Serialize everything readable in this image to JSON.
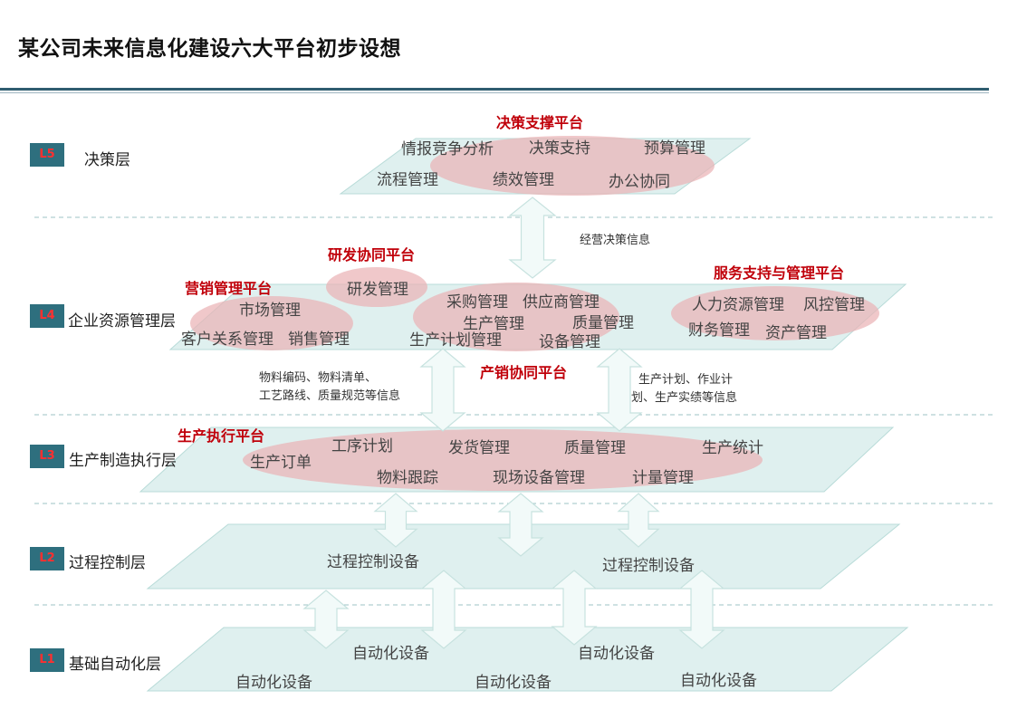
{
  "title": "某公司未来信息化建设六大平台初步设想",
  "layers": [
    {
      "code": "L5",
      "name": "决策层"
    },
    {
      "code": "L4",
      "name": "企业资源管理层"
    },
    {
      "code": "L3",
      "name": "生产制造执行层"
    },
    {
      "code": "L2",
      "name": "过程控制层"
    },
    {
      "code": "L1",
      "name": "基础自动化层"
    }
  ],
  "platforms": {
    "decision": "决策支撑平台",
    "rnd": "研发协同平台",
    "marketing": "营销管理平台",
    "service": "服务支持与管理平台",
    "prodsales": "产销协同平台",
    "execution": "生产执行平台"
  },
  "modules": {
    "intel": "情报竞争分析",
    "decision_support": "决策支持",
    "budget": "预算管理",
    "process": "流程管理",
    "performance": "绩效管理",
    "office": "办公协同",
    "rnd_mgmt": "研发管理",
    "market": "市场管理",
    "customer": "客户关系管理",
    "sales": "销售管理",
    "purchase": "采购管理",
    "supplier": "供应商管理",
    "production": "生产管理",
    "quality": "质量管理",
    "plan": "生产计划管理",
    "equipment": "设备管理",
    "hr": "人力资源管理",
    "risk": "风控管理",
    "finance": "财务管理",
    "asset": "资产管理",
    "order": "生产订单",
    "op_plan": "工序计划",
    "delivery": "发货管理",
    "quality3": "质量管理",
    "stats": "生产统计",
    "tracking": "物料跟踪",
    "onsite": "现场设备管理",
    "metering": "计量管理",
    "pc_dev1": "过程控制设备",
    "pc_dev2": "过程控制设备",
    "auto1": "自动化设备",
    "auto2": "自动化设备",
    "auto3": "自动化设备",
    "auto4": "自动化设备",
    "auto5": "自动化设备"
  },
  "notes": {
    "biz_info": "经营决策信息",
    "material_1": "物料编码、物料清单、",
    "material_2": "工艺路线、质量规范等信息",
    "plan_1": "生产计划、作业计",
    "plan_2": "划、生产实绩等信息"
  },
  "colors": {
    "plane_fill": "#dff0ef",
    "plane_stroke": "#b8dbd8",
    "ellipse_fill": "#eab3b6",
    "badge_bg": "#2e6f7e",
    "platform_red": "#c0000a",
    "rule": "#2f5d70"
  }
}
